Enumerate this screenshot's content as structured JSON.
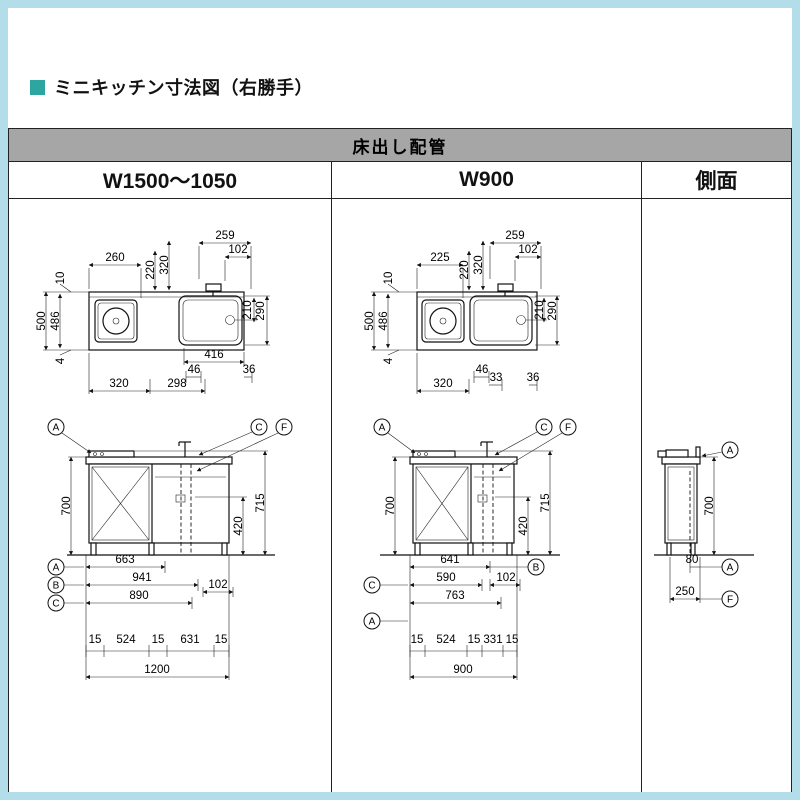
{
  "header": {
    "title": "ミニキッチン寸法図（右勝手）",
    "accent_color": "#2da5a0",
    "border_color": "#b3dde8"
  },
  "table": {
    "main_header": "床出し配管",
    "columns": {
      "w1500": "W1500～1050",
      "w900": "W900",
      "side": "側面"
    }
  },
  "w1500": {
    "plan": {
      "t259": "259",
      "t102": "102",
      "t260": "260",
      "t220": "220",
      "t320": "320",
      "t10": "10",
      "t500": "500",
      "t486": "486",
      "t210": "210",
      "t290": "290",
      "t4": "4",
      "b416": "416",
      "b46": "46",
      "b36": "36",
      "b320": "320",
      "b298": "298"
    },
    "front": {
      "cA": "A",
      "cC": "C",
      "cF": "F",
      "t700": "700",
      "t420": "420",
      "t715": "715",
      "lA": "A",
      "lB": "B",
      "lC": "C",
      "r663": "663",
      "r941": "941",
      "r890": "890",
      "r102": "102",
      "s15a": "15",
      "s524": "524",
      "s15b": "15",
      "s631": "631",
      "s15c": "15",
      "total": "1200"
    }
  },
  "w900": {
    "plan": {
      "t225": "225",
      "t220": "220",
      "t320": "320",
      "t259": "259",
      "t102": "102",
      "t10": "10",
      "t500": "500",
      "t486": "486",
      "t210": "210",
      "t290": "290",
      "t4": "4",
      "b320": "320",
      "b46": "46",
      "b33": "33",
      "b36": "36"
    },
    "front": {
      "cA": "A",
      "cC": "C",
      "cF": "F",
      "t700": "700",
      "t420": "420",
      "t715": "715",
      "lB": "B",
      "lC": "C",
      "lA": "A",
      "r641": "641",
      "r590": "590",
      "r102": "102",
      "r763": "763",
      "s15a": "15",
      "s524": "524",
      "s15b": "15",
      "s331": "331",
      "s15c": "15",
      "total": "900"
    }
  },
  "side": {
    "cA": "A",
    "t700": "700",
    "d80": "80",
    "lA": "A",
    "d250": "250",
    "lF": "F"
  }
}
